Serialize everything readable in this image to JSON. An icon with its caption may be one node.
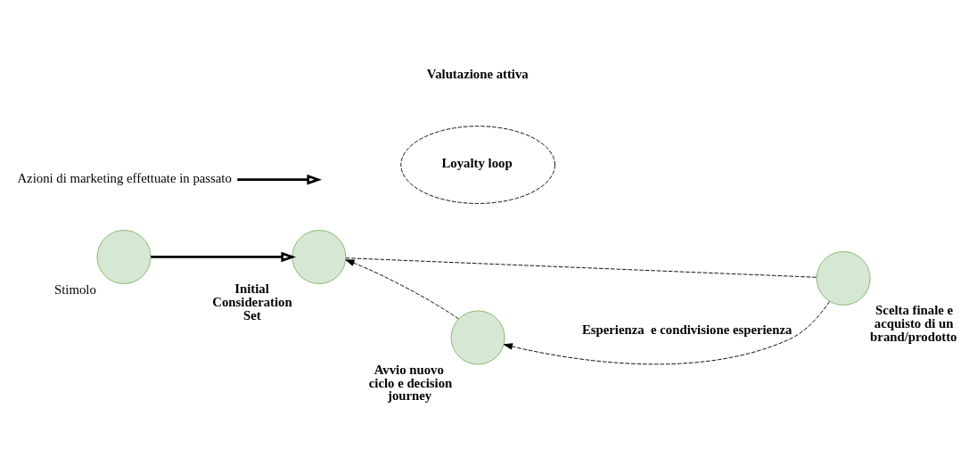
{
  "diagram": {
    "nodes": [
      {
        "text": [],
        "shape": "circle",
        "beside": [
          "Stimolo"
        ]
      },
      {
        "text": [],
        "shape": "circle",
        "beside": [
          "Initial Consideration Set"
        ]
      },
      {
        "text": [
          "Loyalty loop"
        ]
      },
      {
        "text": [],
        "shape": "circle",
        "beside": [
          "Scelta finale e acquisto di un brand/prodotto"
        ]
      },
      {
        "text": [],
        "shape": "circle",
        "beside": [
          "Avvio nuovo ciclo e decision journey"
        ]
      },
      {
        "text": [
          "Azioni di marketing effettuate in passato"
        ]
      }
    ],
    "edges": [
      {
        "from": 0,
        "to": 1,
        "arrow": "to",
        "style": "thick"
      },
      {
        "from": 5,
        "to": null,
        "arrow": "to",
        "style": "thick"
      },
      {
        "from": 1,
        "to": 3,
        "arrow": "none",
        "style": "dashed"
      },
      {
        "from": 3,
        "to": 4,
        "arrow": "to",
        "style": "dashed",
        "label": "Esperienza  e condivisione esperienza"
      },
      {
        "from": 4,
        "to": 1,
        "arrow": "to",
        "style": "dashed"
      }
    ],
    "labels": [
      "Valutazione attiva"
    ]
  }
}
